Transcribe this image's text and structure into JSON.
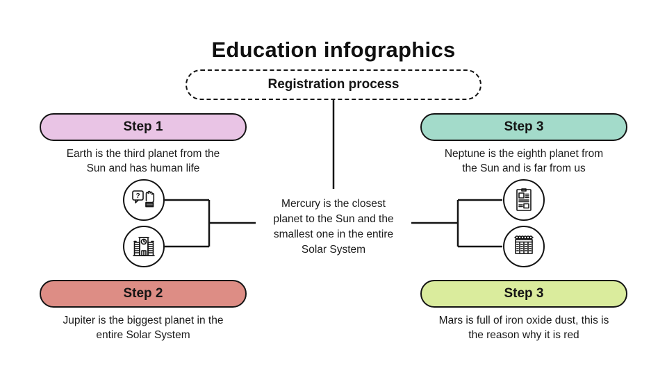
{
  "page": {
    "title": "Education infographics",
    "subtitle": "Registration process"
  },
  "center_note": {
    "text": "Mercury is the closest\nplanet to the Sun and the\nsmallest one in the entire\nSolar System"
  },
  "steps": [
    {
      "label": "Step 1",
      "color": "#e9c4e5",
      "style": "background:#e9c4e5",
      "description": "Earth is the third planet from the\nSun and has human life"
    },
    {
      "label": "Step 2",
      "color": "#dd8d85",
      "style": "background:#dd8d85",
      "description": "Jupiter is the biggest planet in the\nentire Solar System"
    },
    {
      "label": "Step 3",
      "color": "#a3dbca",
      "style": "background:#a3dbca",
      "description": "Neptune is the eighth planet from\nthe Sun and is far from us"
    },
    {
      "label": "Step 3",
      "color": "#daec9d",
      "style": "background:#daec9d",
      "description": "Mars is full of iron oxide dust, this is\nthe reason why it is red"
    }
  ],
  "icons": [
    {
      "name": "raise-hand-question-icon",
      "question_mark": "?"
    },
    {
      "name": "school-building-clock-icon"
    },
    {
      "name": "document-article-icon"
    },
    {
      "name": "spiral-planner-grid-icon"
    }
  ],
  "colors": {
    "line": "#141414",
    "text": "#1a1a1a",
    "background": "#ffffff"
  }
}
